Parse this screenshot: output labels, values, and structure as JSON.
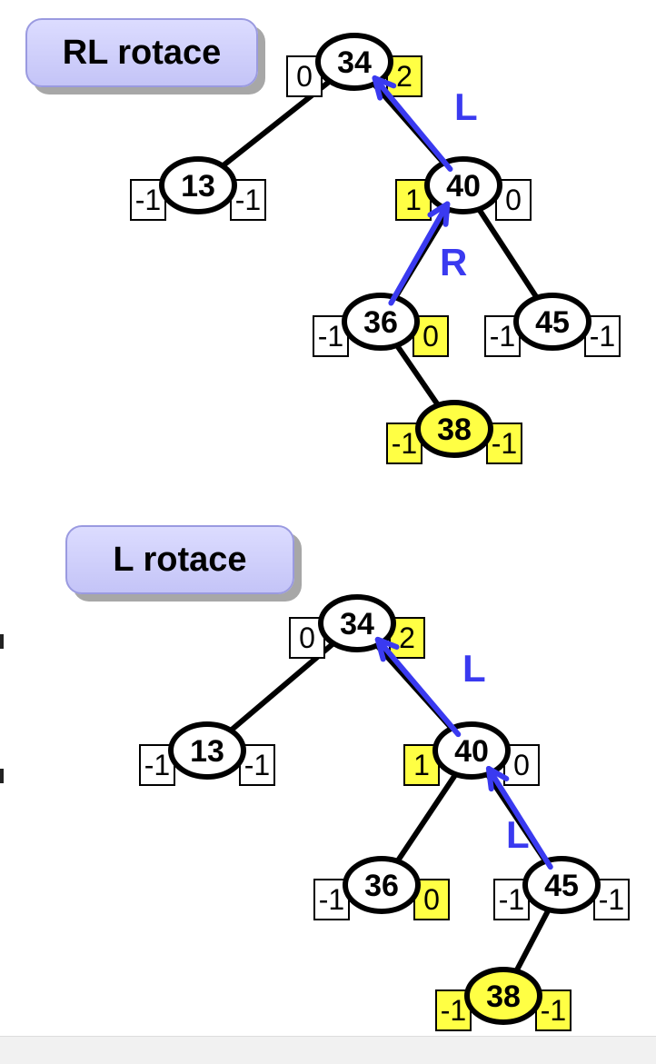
{
  "diagram_top": {
    "title": "RL rotace",
    "nodes": [
      {
        "id": "n34",
        "value": "34",
        "highlight": false,
        "left_factor": "0",
        "right_factor": "2",
        "left_highlight": false,
        "right_highlight": true
      },
      {
        "id": "n13",
        "value": "13",
        "highlight": false,
        "left_factor": "-1",
        "right_factor": "-1",
        "left_highlight": false,
        "right_highlight": false
      },
      {
        "id": "n40",
        "value": "40",
        "highlight": false,
        "left_factor": "1",
        "right_factor": "0",
        "left_highlight": true,
        "right_highlight": false
      },
      {
        "id": "n36",
        "value": "36",
        "highlight": false,
        "left_factor": "-1",
        "right_factor": "0",
        "left_highlight": false,
        "right_highlight": true
      },
      {
        "id": "n45",
        "value": "45",
        "highlight": false,
        "left_factor": "-1",
        "right_factor": "-1",
        "left_highlight": false,
        "right_highlight": false
      },
      {
        "id": "n38",
        "value": "38",
        "highlight": true,
        "left_factor": "-1",
        "right_factor": "-1",
        "left_highlight": true,
        "right_highlight": true
      }
    ],
    "edges": [
      [
        "n34",
        "n13"
      ],
      [
        "n34",
        "n40"
      ],
      [
        "n40",
        "n36"
      ],
      [
        "n40",
        "n45"
      ],
      [
        "n36",
        "n38"
      ]
    ],
    "arrows": [
      {
        "from": "n40",
        "to": "n34",
        "label": "L"
      },
      {
        "from": "n36",
        "to": "n40",
        "label": "R"
      }
    ]
  },
  "diagram_bottom": {
    "title": "L rotace",
    "nodes": [
      {
        "id": "n34",
        "value": "34",
        "highlight": false,
        "left_factor": "0",
        "right_factor": "2",
        "left_highlight": false,
        "right_highlight": true
      },
      {
        "id": "n13",
        "value": "13",
        "highlight": false,
        "left_factor": "-1",
        "right_factor": "-1",
        "left_highlight": false,
        "right_highlight": false
      },
      {
        "id": "n40",
        "value": "40",
        "highlight": false,
        "left_factor": "1",
        "right_factor": "0",
        "left_highlight": true,
        "right_highlight": false
      },
      {
        "id": "n36",
        "value": "36",
        "highlight": false,
        "left_factor": "-1",
        "right_factor": "0",
        "left_highlight": false,
        "right_highlight": true
      },
      {
        "id": "n45",
        "value": "45",
        "highlight": false,
        "left_factor": "-1",
        "right_factor": "-1",
        "left_highlight": false,
        "right_highlight": false
      },
      {
        "id": "n38",
        "value": "38",
        "highlight": true,
        "left_factor": "-1",
        "right_factor": "-1",
        "left_highlight": true,
        "right_highlight": true
      }
    ],
    "edges": [
      [
        "n34",
        "n13"
      ],
      [
        "n34",
        "n40"
      ],
      [
        "n40",
        "n36"
      ],
      [
        "n40",
        "n45"
      ],
      [
        "n45",
        "n38"
      ]
    ],
    "arrows": [
      {
        "from": "n40",
        "to": "n34",
        "label": "L"
      },
      {
        "from": "n45",
        "to": "n40",
        "label": "L"
      }
    ]
  },
  "colors": {
    "highlight": "#ffff44",
    "arrow": "#3a3af0",
    "label_bg": "#cfcffa"
  }
}
